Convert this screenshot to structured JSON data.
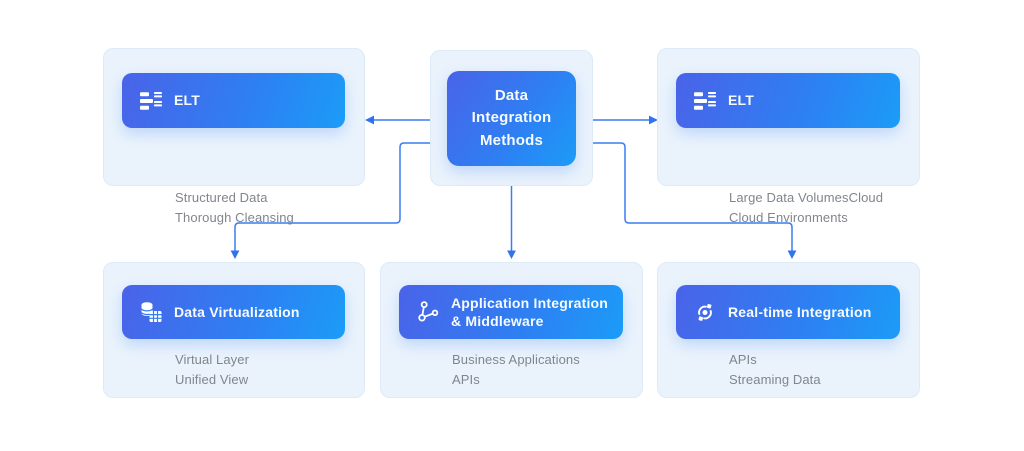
{
  "center": {
    "title": "Data Integration Methods"
  },
  "nodes": [
    {
      "id": "elt-left",
      "label": "ELT",
      "icon": "elt-flow-icon",
      "desc1": "Structured Data",
      "desc2": "Thorough Cleansing"
    },
    {
      "id": "elt-right",
      "label": "ELT",
      "icon": "elt-flow-icon",
      "desc1": "Large Data VolumesCloud",
      "desc2": "Cloud Environments"
    },
    {
      "id": "data-virtualization",
      "label": "Data Virtualization",
      "icon": "database-table-icon",
      "desc1": "Virtual Layer",
      "desc2": "Unified View"
    },
    {
      "id": "application-integration",
      "label": "Application Integration & Middleware",
      "icon": "share-nodes-icon",
      "desc1": "Business Applications",
      "desc2": "APIs"
    },
    {
      "id": "realtime-integration",
      "label": "Real-time Integration",
      "icon": "realtime-sync-icon",
      "desc1": "APIs",
      "desc2": "Streaming Data"
    }
  ],
  "colors": {
    "pill_gradient_start": "#4a63e8",
    "pill_gradient_end": "#1b9cf8",
    "connector": "#3a7df2",
    "card_background": "#eaf3fc",
    "card_border": "#ddeaf7",
    "muted_text": "#81858c",
    "pill_text": "#ffffff"
  }
}
